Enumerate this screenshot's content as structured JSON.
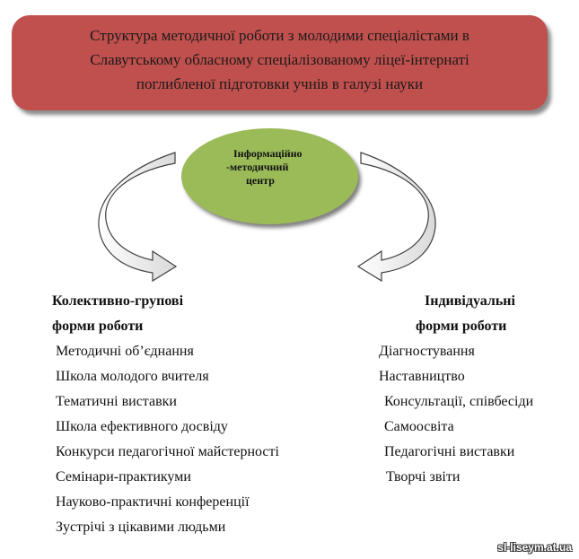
{
  "title": {
    "lines": [
      "Структура методичної роботи з молодими спеціалістами  в",
      "Славутському обласному спеціалізованому  ліцеї-інтернаті",
      "поглибленої підготовки учнів в галузі науки"
    ]
  },
  "center": {
    "lines": [
      "Інформаційно",
      "-методичний",
      "центр"
    ]
  },
  "left_column": {
    "heading": [
      "Колективно-групові",
      "форми роботи"
    ],
    "items": [
      "Методичні об’єднання",
      "Школа молодого вчителя",
      "Тематичні виставки",
      "Школа ефективного досвіду",
      "Конкурси педагогічної майстерності",
      "Семінари-практикуми",
      "Науково-практичні конференції",
      "Зустрічі з цікавими людьми"
    ]
  },
  "right_column": {
    "heading": [
      "Індивідуальні",
      "форми роботи"
    ],
    "items": [
      "Діагностування",
      "Наставництво",
      "Консультації, співбесіди",
      "Самоосвіта",
      "Педагогічні виставки",
      "Творчі звіти"
    ]
  },
  "watermark": "sl-liseym.at.ua",
  "colors": {
    "title_fill": "#c0504d",
    "center_fill": "#9bbb59",
    "arrow_fill": "#ffffff",
    "arrow_stroke": "#404040"
  }
}
